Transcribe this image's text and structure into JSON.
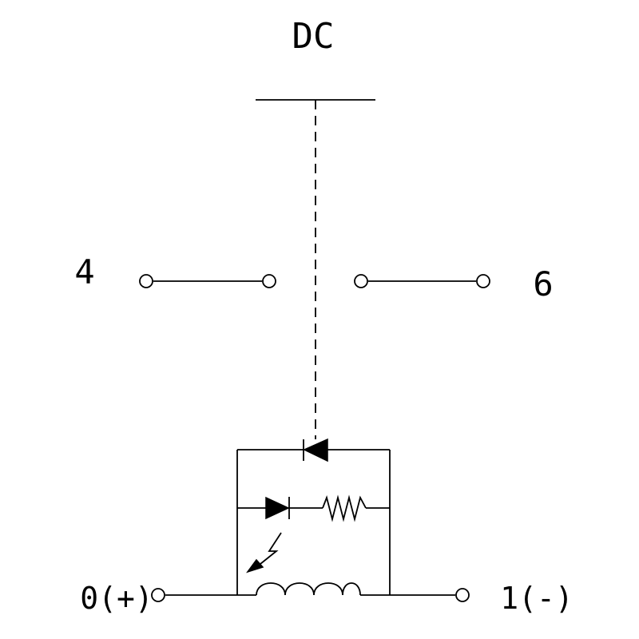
{
  "title": "DC",
  "terminals": {
    "left_contact": "4",
    "right_contact": "6",
    "coil_positive": "0(+)",
    "coil_negative": "1(-)"
  },
  "colors": {
    "stroke": "#000000",
    "background": "#ffffff"
  }
}
